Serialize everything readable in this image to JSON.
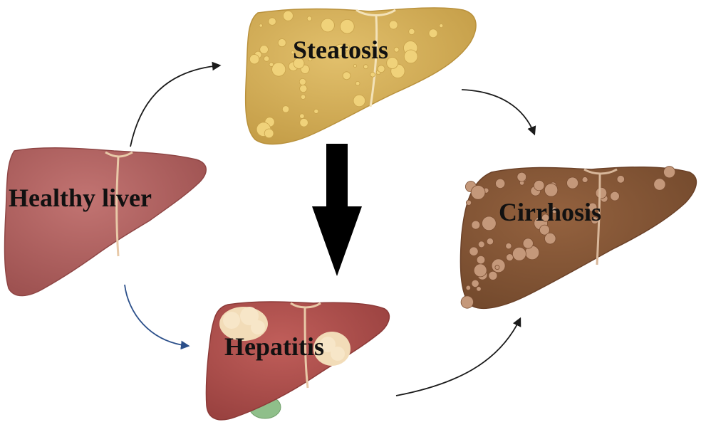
{
  "stages": {
    "healthy": {
      "label": "Healthy liver",
      "color": "#b15f5c",
      "dark": "#8f4645",
      "ligament": "#e8c9a8"
    },
    "steatosis": {
      "label": "Steatosis",
      "color": "#d9b45c",
      "dark": "#b9913c",
      "fat": "#f0d27a",
      "ligament": "#f3e2b8"
    },
    "hepatitis": {
      "label": "Hepatitis",
      "color": "#b6504d",
      "dark": "#8c3a38",
      "lesion": "#f2dcb8",
      "gallbladder": "#8fbf8a",
      "ligament": "#e8c9a8"
    },
    "cirrhosis": {
      "label": "Cirrhosis",
      "color": "#8a5a3a",
      "dark": "#6b4128",
      "nodule": "#c4987a",
      "ligament": "#d8b79a"
    }
  },
  "arrows": {
    "thin": "#1a1a1a",
    "blue": "#2b4f8a",
    "main": "#000000"
  }
}
